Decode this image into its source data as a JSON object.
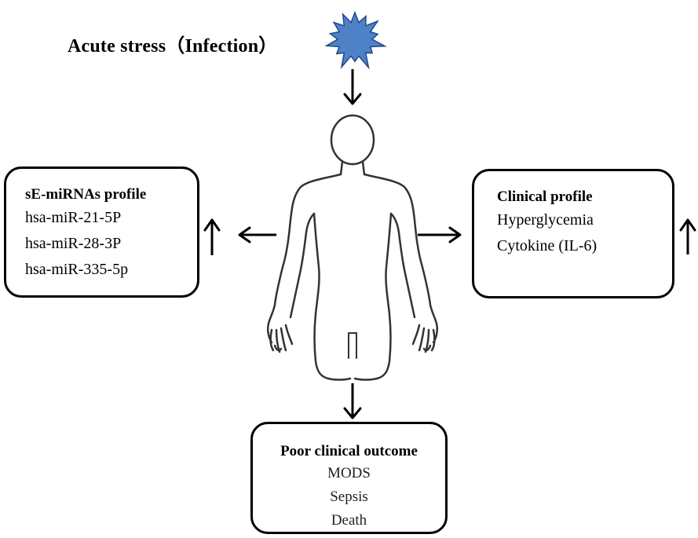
{
  "title": "Acute stress（Infection）",
  "left_box": {
    "heading": "sE-miRNAs profile",
    "items": [
      "hsa-miR-21-5P",
      "hsa-miR-28-3P",
      "hsa-miR-335-5p"
    ],
    "trend_icon": "up-arrow"
  },
  "right_box": {
    "heading": "Clinical profile",
    "items": [
      "Hyperglycemia",
      "Cytokine (IL-6)"
    ],
    "trend_icon": "up-arrow"
  },
  "bottom_box": {
    "heading": "Poor clinical outcome",
    "items": [
      "MODS",
      "Sepsis",
      "Death"
    ]
  },
  "icons": {
    "stressor": "starburst-icon",
    "body": "human-body-outline-icon"
  },
  "colors": {
    "starburst_fill": "#4f81c7",
    "starburst_stroke": "#1f4a8a",
    "lines": "#000000",
    "body_stroke": "#333333"
  }
}
